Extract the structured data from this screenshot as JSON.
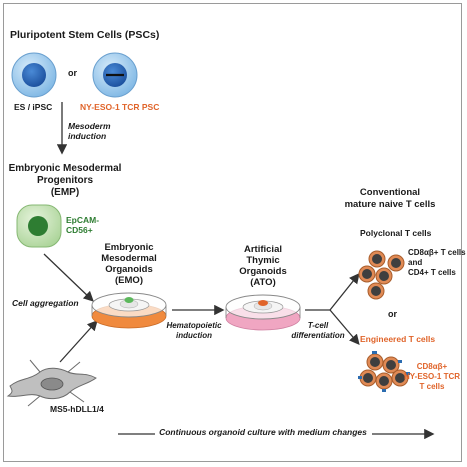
{
  "psc": {
    "title": "Pluripotent Stem Cells (PSCs)",
    "or": "or",
    "es_label": "ES / iPSC",
    "ny_label": "NY-ESO-1 TCR PSC"
  },
  "mesoderm": {
    "line1": "Mesoderm",
    "line2": "induction"
  },
  "emp": {
    "line1": "Embryonic Mesodermal",
    "line2": "Progenitors",
    "line3": "(EMP)",
    "marker1": "EpCAM-",
    "marker2": "CD56+"
  },
  "emo": {
    "line1": "Embryonic",
    "line2": "Mesodermal",
    "line3": "Organoids",
    "line4": "(EMO)"
  },
  "ato": {
    "line1": "Artificial",
    "line2": "Thymic",
    "line3": "Organoids",
    "line4": "(ATO)"
  },
  "cell_aggregation": "Cell aggregation",
  "hemato": {
    "line1": "Hematopoietic",
    "line2": "induction"
  },
  "tcell_diff": {
    "line1": "T-cell",
    "line2": "differentiation"
  },
  "ms5": "MS5-hDLL1/4",
  "conventional": {
    "line1": "Conventional",
    "line2": "mature naive T cells"
  },
  "polyclonal": {
    "title": "Polyclonal T cells",
    "l1": "CD8αβ+ T cells",
    "l2": "and",
    "l3": "CD4+ T cells"
  },
  "or2": "or",
  "engineered": {
    "title": "Engineered T cells",
    "l1": "CD8αβ+",
    "l2": "NY-ESO-1 TCR",
    "l3": "T cells"
  },
  "bottom": "Continuous organoid culture with medium changes",
  "colors": {
    "orange": "#e0642a",
    "green": "#2e7d32",
    "psc_outer": "#8fc3ea",
    "psc_inner": "#1f5fb0",
    "emp_outer": "#b9dca6",
    "emp_inner": "#2e7d32",
    "ato_pink": "#f0a6c2",
    "emo_orange": "#f08a3e",
    "tcell_outer": "#e08a55",
    "tcell_inner": "#3f3f3f"
  }
}
